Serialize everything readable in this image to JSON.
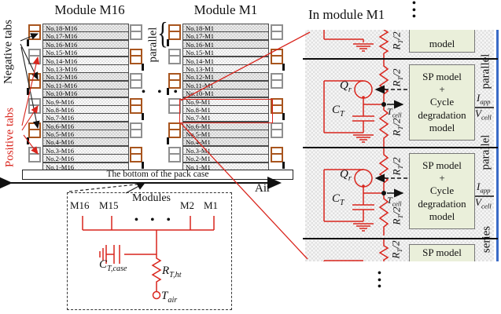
{
  "left": {
    "module16": {
      "title": "Module M16",
      "cells": [
        "No.18-M16",
        "No.17-M16",
        "No.16-M16",
        "No.15-M16",
        "No.14-M16",
        "No.13-M16",
        "No.12-M16",
        "No.11-M16",
        "No.10-M16",
        "No.9-M16",
        "No.8-M16",
        "No.7-M16",
        "No.6-M16",
        "No.5-M16",
        "No.4-M16",
        "No.3-M16",
        "No.2-M16",
        "No.1-M16"
      ]
    },
    "module1": {
      "title": "Module M1",
      "cells": [
        "No.18-M1",
        "No.17-M1",
        "No.16-M1",
        "No.15-M1",
        "No.14-M1",
        "No.13-M1",
        "No.12-M1",
        "No.11-M1",
        "No.10-M1",
        "No.9-M1",
        "No.8-M1",
        "No.7-M1",
        "No.6-M1",
        "No.5-M1",
        "No.4-M1",
        "No.3-M1",
        "No.2-M1",
        "No.1-M1"
      ]
    },
    "negative_tabs_label": "Negative tabs",
    "positive_tabs_label": "Positive tabs",
    "parallel_label": "parallel",
    "ellipsis": "• • •",
    "pack_case_label": "The bottom of the pack case",
    "air_label": "Air"
  },
  "bottom_circuit": {
    "modules_label": "Modules",
    "module_names": [
      "M16",
      "M15",
      "M2",
      "M1"
    ],
    "ellipsis": "• • •",
    "cap": {
      "base": "C",
      "sub": "T,case"
    },
    "res": {
      "base": "R",
      "sub": "T,ht"
    },
    "tair": {
      "base": "T",
      "sub": "air"
    }
  },
  "right_panel": {
    "title": "In module M1",
    "model_box_lines": [
      "SP model",
      "+",
      "Cycle",
      "degradation",
      "model"
    ],
    "partial_top_box": "model",
    "partial_bottom_box": "SP model",
    "labels": {
      "qr": {
        "base": "Q",
        "sub": "r"
      },
      "ct": {
        "base": "C",
        "sub": "T"
      },
      "rt_half": {
        "base": "R",
        "sub": "T",
        "suffix": "/2"
      },
      "tcell": {
        "base": "T",
        "sub": "cell"
      },
      "iapp": {
        "base": "I",
        "sub": "app"
      },
      "vcell": {
        "base": "V",
        "sub": "cell"
      },
      "parallel": "parallel",
      "series": "series"
    }
  },
  "misc": {
    "dot": "•",
    "brace": "{"
  },
  "colors": {
    "accent_red": "#d9251d",
    "tab_orange": "#a8551e",
    "model_box": "#eaefda",
    "parallel_blue": "#3a6bc7",
    "highlight_red": "#d9251d"
  }
}
